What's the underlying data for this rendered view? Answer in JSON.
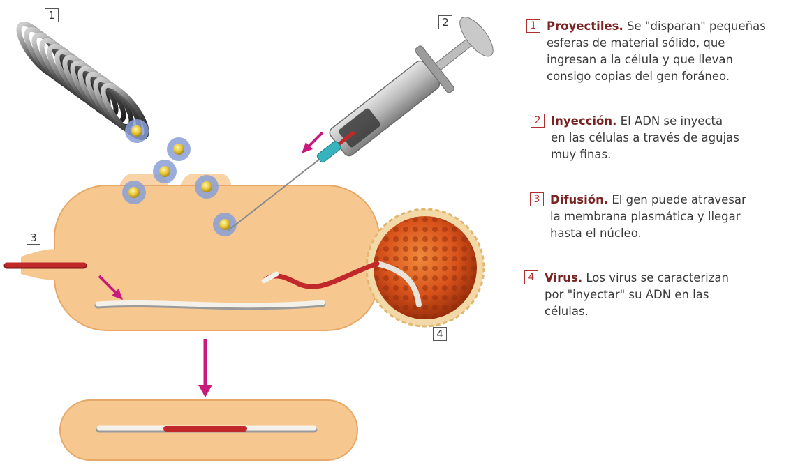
{
  "figure": {
    "callouts": {
      "c1": "1",
      "c2": "2",
      "c3": "3",
      "c4": "4"
    }
  },
  "legend": [
    {
      "number": "1",
      "title": "Proyectiles.",
      "lines": [
        "Se \"disparan\" pequeñas",
        "esferas de material sólido, que",
        "ingresan a la célula y que llevan",
        "consigo copias del gen foráneo."
      ]
    },
    {
      "number": "2",
      "title": "Inyección.",
      "lines": [
        "El ADN se inyecta",
        "en las células a través de agujas",
        "muy finas."
      ]
    },
    {
      "number": "3",
      "title": "Difusión.",
      "lines": [
        "El gen puede atravesar",
        "la membrana plasmática y llegar",
        "hasta el núcleo."
      ]
    },
    {
      "number": "4",
      "title": "Virus.",
      "lines": [
        "Los virus se caracterizan",
        "por \"inyectar\" su ADN en las",
        "células."
      ]
    }
  ],
  "colors": {
    "cell_fill": "#f6c88f",
    "cell_edge": "#e7a867",
    "dna_red": "#c0282a",
    "dna_white": "#f4f1ea",
    "arrow_magenta": "#c8197d",
    "bead_gold": "#e9c83a",
    "bead_cup": "#8a9fd6",
    "virus_orange": "#d8521b",
    "syringe_gray": "#a5a5a5",
    "needle_teal": "#37b3bd"
  }
}
